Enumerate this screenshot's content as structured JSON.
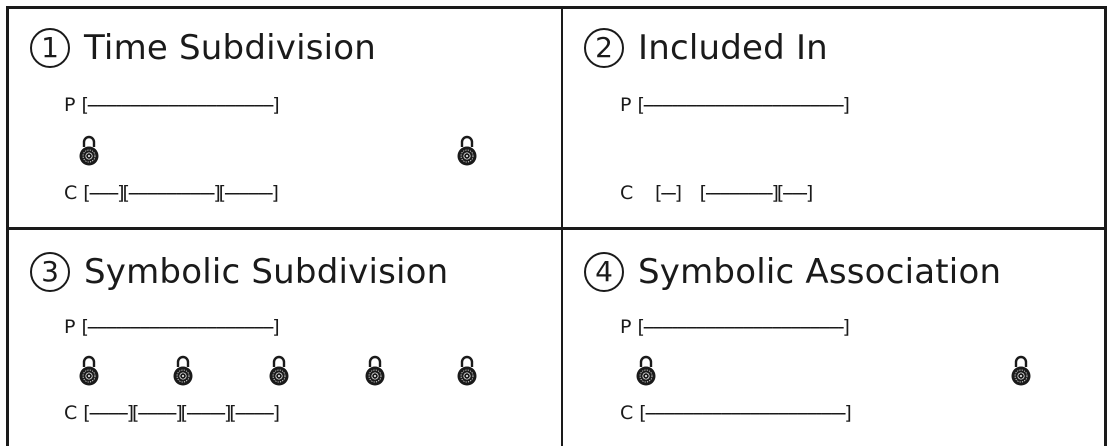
{
  "panels": [
    {
      "number": "1",
      "title": "Time Subdivision",
      "parent_label": "P",
      "parent_bar": "[---------------------------------------]",
      "child_label": "C",
      "child_bar": "[------][------------------][----------]"
    },
    {
      "number": "2",
      "title": "Included In",
      "parent_label": "P",
      "parent_bar": "[------------------------------------------]",
      "child_label": "C",
      "child_bar": "    [---]     [--------------][-----]"
    },
    {
      "number": "3",
      "title": "Symbolic Subdivision",
      "parent_label": "P",
      "parent_bar": "[---------------------------------------]",
      "child_label": "C",
      "child_bar": "[--------][--------][--------][--------]"
    },
    {
      "number": "4",
      "title": "Symbolic Association",
      "parent_label": "P",
      "parent_bar": "[------------------------------------------]",
      "child_label": "C",
      "child_bar": "[------------------------------------------]"
    }
  ],
  "icons": {
    "lock": "padlock-icon"
  },
  "colors": {
    "ink": "#1a1a1a",
    "background": "#ffffff"
  }
}
